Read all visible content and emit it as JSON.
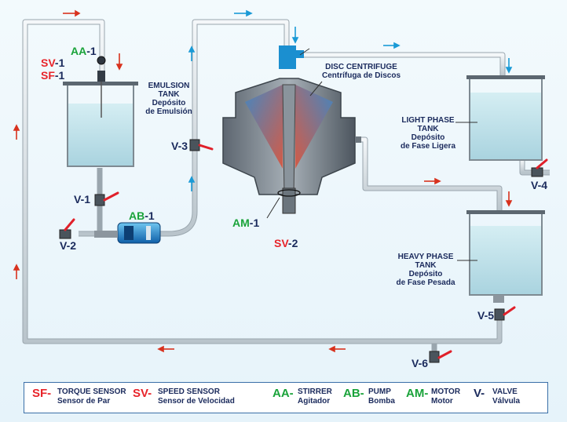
{
  "colors": {
    "sensor_prefix": "#e8242a",
    "stirrer_prefix": "#1aa33a",
    "label_text": "#1a2a5c",
    "pipe": "#c6d0d6",
    "arrow_red": "#d8321e",
    "arrow_blue": "#1a9ad6",
    "liquid": "#c7e6ee",
    "valve_handle": "#e0202a"
  },
  "tags": {
    "aa1": {
      "prefix": "AA",
      "num": "-1"
    },
    "sv1": {
      "prefix": "SV",
      "num": "-1"
    },
    "sf1": {
      "prefix": "SF",
      "num": "-1"
    },
    "v1": {
      "prefix": "V",
      "num": "-1"
    },
    "v2": {
      "prefix": "V",
      "num": "-2"
    },
    "ab1": {
      "prefix": "AB",
      "num": "-1"
    },
    "v3": {
      "prefix": "V",
      "num": "-3"
    },
    "am1": {
      "prefix": "AM",
      "num": "-1"
    },
    "sv2": {
      "prefix": "SV",
      "num": "-2"
    },
    "v4": {
      "prefix": "V",
      "num": "-4"
    },
    "v5": {
      "prefix": "V",
      "num": "-5"
    },
    "v6": {
      "prefix": "V",
      "num": "-6"
    }
  },
  "tanks": {
    "emulsion": {
      "line1": "EMULSION",
      "line2": "TANK",
      "line3": "Depósito",
      "line4": "de Emulsión"
    },
    "light": {
      "line1": "LIGHT PHASE",
      "line2": "TANK",
      "line3": "Depósito",
      "line4": "de Fase Ligera"
    },
    "heavy": {
      "line1": "HEAVY PHASE",
      "line2": "TANK",
      "line3": "Depósito",
      "line4": "de Fase Pesada"
    }
  },
  "centrifuge": {
    "line1": "DISC CENTRIFUGE",
    "line2": "Centrífuga de Discos"
  },
  "legend": [
    {
      "code": "SF-",
      "en": "TORQUE SENSOR",
      "es": "Sensor de Par"
    },
    {
      "code": "SV-",
      "en": "SPEED SENSOR",
      "es": "Sensor de Velocidad"
    },
    {
      "code": "AA-",
      "en": "STIRRER",
      "es": "Agitador"
    },
    {
      "code": "AB-",
      "en": "PUMP",
      "es": "Bomba"
    },
    {
      "code": "AM-",
      "en": "MOTOR",
      "es": "Motor"
    },
    {
      "code": "V-",
      "en": "VALVE",
      "es": "Válvula"
    }
  ]
}
